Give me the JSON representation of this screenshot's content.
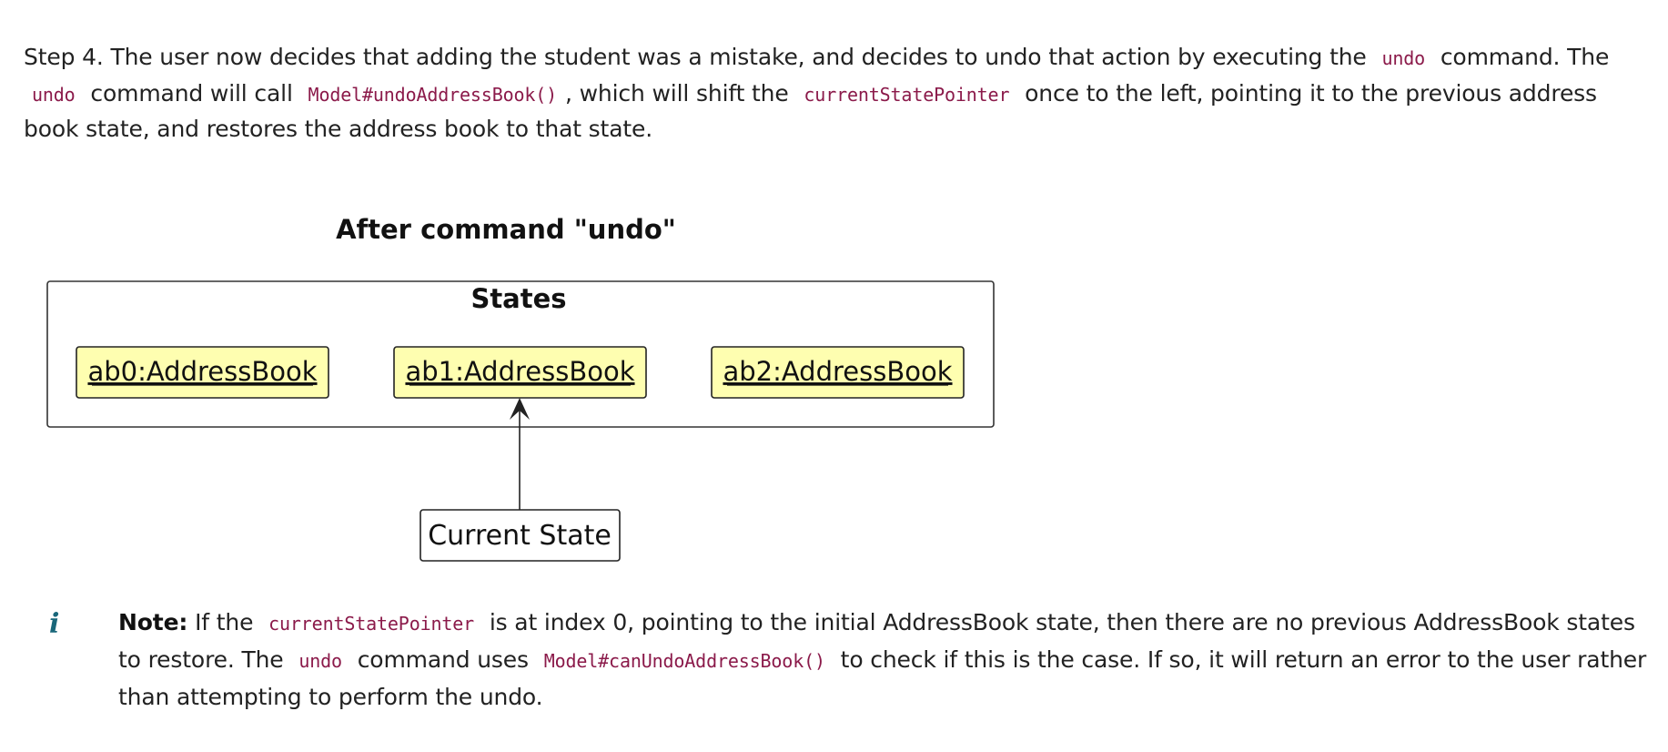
{
  "paragraph": {
    "t1": "Step 4. The user now decides that adding the student was a mistake, and decides to undo that action by executing the",
    "c1": "undo",
    "t2": "command. The",
    "c2": "undo",
    "t3": "command will call",
    "c3": "Model#undoAddressBook()",
    "t4": ", which will shift the",
    "c4": "currentStatePointer",
    "t5": "once to the left, pointing it to the previous address book state, and restores the address book to that state."
  },
  "diagram": {
    "title": "After command \"undo\"",
    "package_label": "States",
    "states": [
      "ab0:AddressBook",
      "ab1:AddressBook",
      "ab2:AddressBook"
    ],
    "pointer_label": "Current State",
    "pointer_index": 1,
    "colors": {
      "state_fill": "#fefeb0",
      "state_border": "#222222",
      "pointer_fill": "#ffffff"
    }
  },
  "note": {
    "icon": "info-icon",
    "bold": "Note:",
    "t1": "If the",
    "c1": "currentStatePointer",
    "t2": "is at index 0, pointing to the initial AddressBook state, then there are no previous AddressBook states to restore. The",
    "c2": "undo",
    "t3": "command uses",
    "c3": "Model#canUndoAddressBook()",
    "t4": "to check if this is the case. If so, it will return an error to the user rather than attempting to perform the undo."
  }
}
